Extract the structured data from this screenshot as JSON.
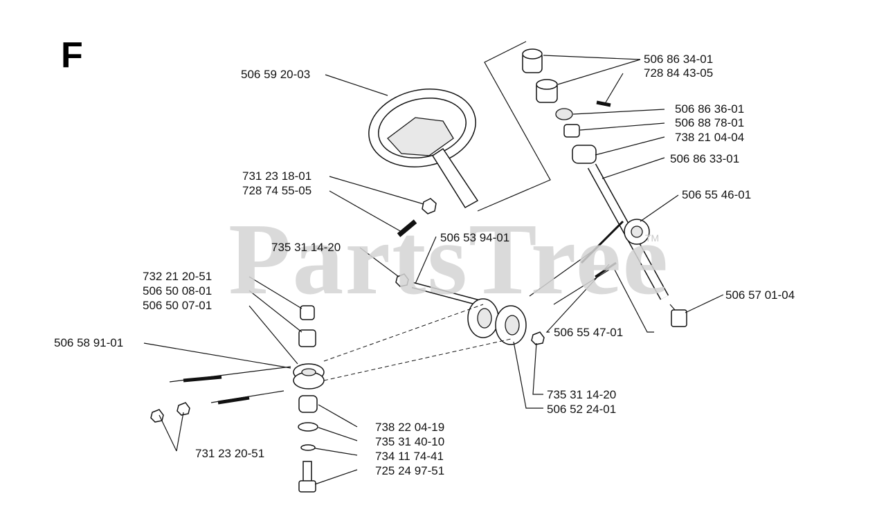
{
  "section_letter": "F",
  "watermark": "PartsTree",
  "watermark_tm": "TM",
  "labels": {
    "p_506592003": "506 59 20-03",
    "p_731231801": "731 23 18-01",
    "p_728745505": "728 74 55-05",
    "p_735311420_a": "735 31 14-20",
    "p_506539401": "506 53 94-01",
    "p_732212051": "732 21 20-51",
    "p_506500801": "506 50 08-01",
    "p_506500701": "506 50 07-01",
    "p_506589101": "506 58 91-01",
    "p_731232051": "731 23 20-51",
    "p_738220419": "738 22 04-19",
    "p_735314010": "735 31 40-10",
    "p_734117441": "734 11 74-41",
    "p_725249751": "725 24 97-51",
    "p_735311420_b": "735 31 14-20",
    "p_506522401": "506 52 24-01",
    "p_506554701": "506 55 47-01",
    "p_506570104": "506 57 01-04",
    "p_506554601": "506 55 46-01",
    "p_506863301": "506 86 33-01",
    "p_738210404": "738 21 04-04",
    "p_506887801": "506 88 78-01",
    "p_506863601": "506 86 36-01",
    "p_728844305": "728 84 43-05",
    "p_506863401": "506 86 34-01"
  },
  "icons": {
    "steering_wheel": "steering-wheel-icon",
    "pulley": "pulley-icon",
    "cable": "cable-icon",
    "nut": "nut-icon",
    "bolt": "bolt-icon"
  }
}
